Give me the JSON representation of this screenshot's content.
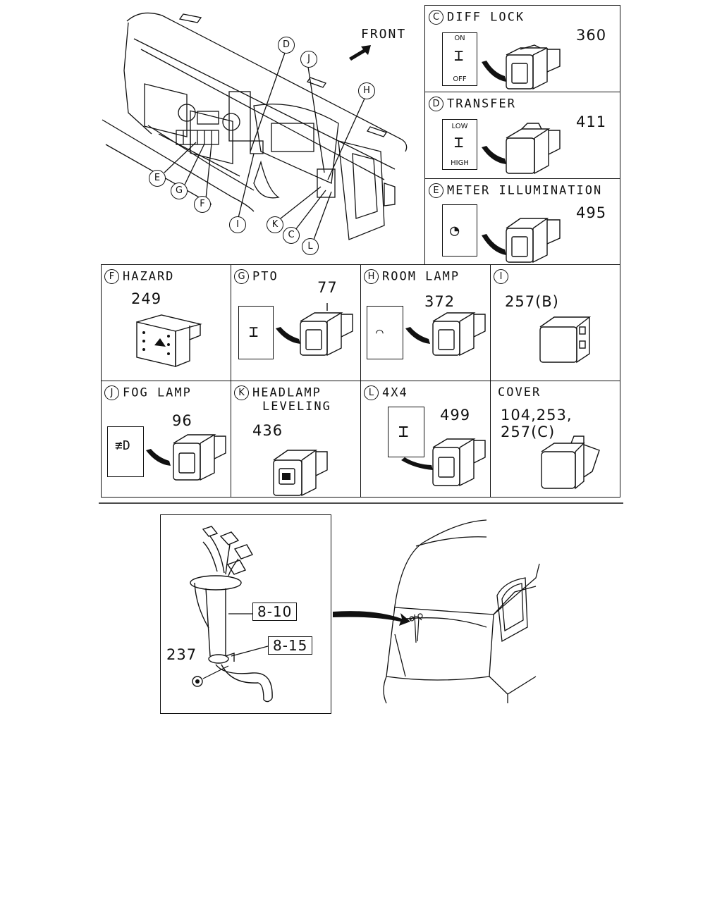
{
  "front_label": "FRONT",
  "callouts": [
    "D",
    "J",
    "H",
    "E",
    "G",
    "F",
    "I",
    "K",
    "C",
    "L"
  ],
  "panels": {
    "diff_lock": {
      "letter": "C",
      "title": "DIFF LOCK",
      "part": "360",
      "sym_top": "ON",
      "sym_bottom": "OFF"
    },
    "transfer": {
      "letter": "D",
      "title": "TRANSFER",
      "part": "411",
      "sym_top": "LOW",
      "sym_bottom": "HIGH"
    },
    "meter_illumination": {
      "letter": "E",
      "title": "METER ILLUMINATION",
      "part": "495"
    },
    "hazard": {
      "letter": "F",
      "title": "HAZARD",
      "part": "249"
    },
    "pto": {
      "letter": "G",
      "title": "PTO",
      "part": "77"
    },
    "room_lamp": {
      "letter": "H",
      "title": "ROOM LAMP",
      "part": "372"
    },
    "blank_i": {
      "letter": "I",
      "part": "257(B)"
    },
    "fog_lamp": {
      "letter": "J",
      "title": "FOG LAMP",
      "part": "96"
    },
    "headlamp_leveling": {
      "letter": "K",
      "title_line1": "HEADLAMP",
      "title_line2": "LEVELING",
      "part": "436"
    },
    "four_by_four": {
      "letter": "L",
      "title": "4X4",
      "part": "499"
    },
    "cover": {
      "title": "COVER",
      "part_line1": "104,253,",
      "part_line2": "257(C)"
    }
  },
  "harness": {
    "ref1": "8-10",
    "ref2": "8-15",
    "part": "237"
  }
}
